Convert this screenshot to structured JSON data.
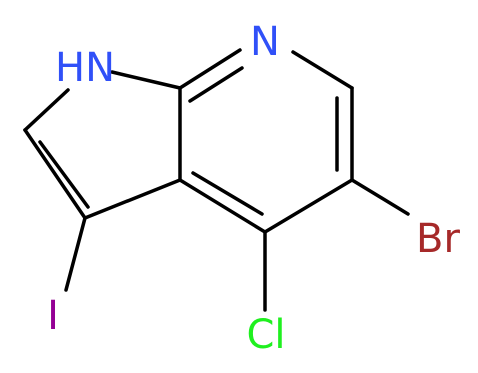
{
  "molecule": {
    "atoms": {
      "n1h": {
        "text": "HN",
        "color": "#3050F8"
      },
      "n7": {
        "text": "N",
        "color": "#3050F8"
      },
      "br": {
        "text": "Br",
        "color": "#A62929"
      },
      "cl": {
        "text": "Cl",
        "color": "#1FF01F"
      },
      "i": {
        "text": "I",
        "color": "#940094"
      }
    },
    "bond_color": "#000000",
    "background": "#ffffff"
  }
}
